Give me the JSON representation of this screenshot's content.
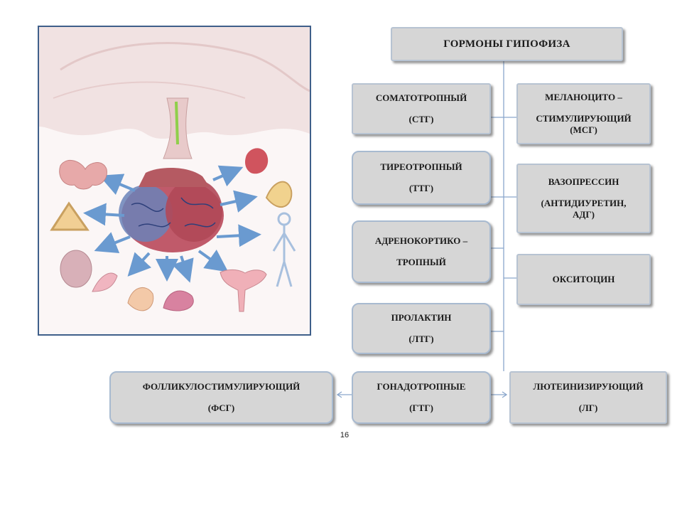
{
  "diagram": {
    "header": "ГОРМОНЫ ГИПОФИЗА",
    "left_column": [
      {
        "line1": "СОМАТОТРОПНЫЙ",
        "line2": "(СТГ)"
      },
      {
        "line1": "ТИРЕОТРОПНЫЙ",
        "line2": "(ТТГ)"
      },
      {
        "line1": "АДРЕНОКОРТИКО –",
        "line2": "ТРОПНЫЙ"
      },
      {
        "line1": "ПРОЛАКТИН",
        "line2": "(ЛТГ)"
      },
      {
        "line1": "ГОНАДОТРОПНЫЕ",
        "line2": "(ГТГ)"
      }
    ],
    "right_column": [
      {
        "line1": "МЕЛАНОЦИТО –",
        "line2": "СТИМУЛИРУЮЩИЙ",
        "line3": "(МСГ)"
      },
      {
        "line1": "ВАЗОПРЕССИН",
        "line2": "(АНТИДИУРЕТИН,",
        "line3": "АДГ)"
      },
      {
        "line1": "ОКСИТОЦИН"
      }
    ],
    "fsh": {
      "line1": "ФОЛЛИКУЛОСТИМУЛИРУЮЩИЙ",
      "line2": "(ФСГ)"
    },
    "lh": {
      "line1": "ЛЮТЕИНИЗИРУЮЩИЙ",
      "line2": "(ЛГ)"
    }
  },
  "page_number": "16",
  "colors": {
    "box_fill": "#d6d6d6",
    "box_border": "#a8bad0",
    "connector": "#8aa6cc",
    "illustration_border": "#3f5f8a"
  }
}
